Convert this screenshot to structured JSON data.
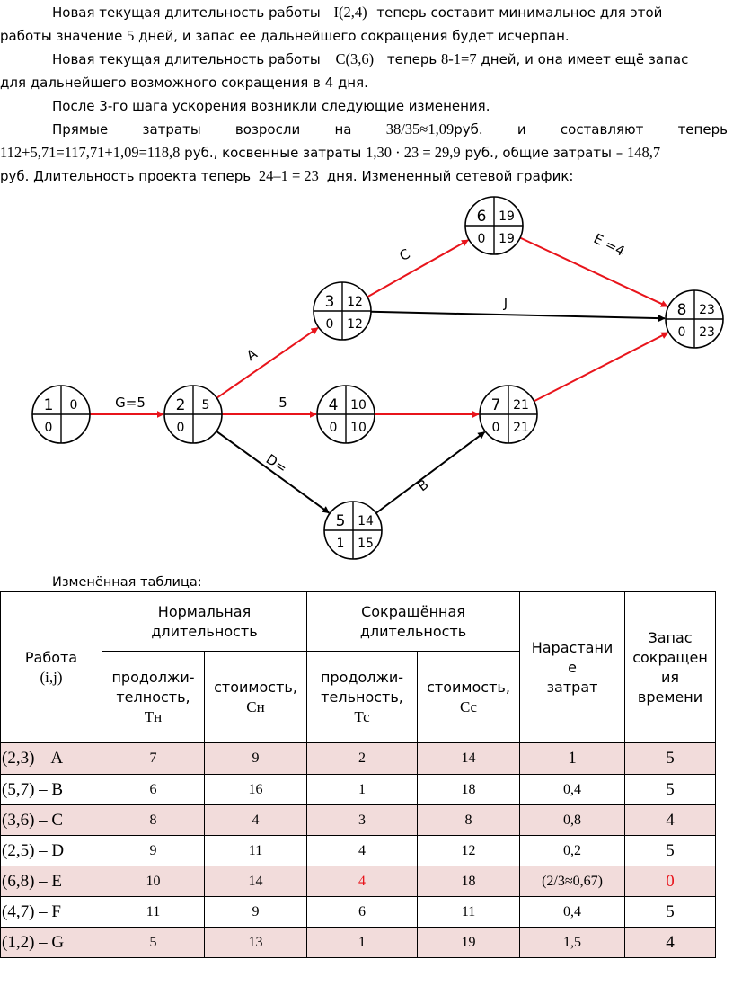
{
  "paragraphs": {
    "p1": {
      "a": "Новая текущая длительность работы",
      "b": "I(2,4)",
      "c": "теперь составит минимальное для этой",
      "d": "работы значение",
      "e": "5",
      "f": "дней, и запас ее дальнейшего сокращения будет исчерпан."
    },
    "p2": {
      "a": "Новая текущая длительность работы",
      "b": "С(3,6)",
      "c": "теперь",
      "d": "8-1=7",
      "e": "дней, и она имеет ещё запас",
      "f": "для дальнейшего возможного сокращения в 4 дня."
    },
    "p3": "После 3-го шага ускорения возникли следующие изменения.",
    "p4": {
      "w1": "Прямые",
      "w2": "затраты",
      "w3": "возросли",
      "w4": "на",
      "w5": "38/35≈1,09",
      "w6": "руб.",
      "w7": "и",
      "w8": "составляют",
      "w9": "теперь",
      "l2a": "112+5,71=117,71+1,09=118,8",
      "l2b": "руб., косвенные затраты",
      "l2c": "1,30 · 23 = 29,9",
      "l2d": "руб., общие затраты –",
      "l2e": "148,7",
      "l3a": "руб.  Длительность проекта теперь",
      "l3b": "24–1 = 23",
      "l3c": "дня. Измененный сетевой график:"
    }
  },
  "graph": {
    "nodes": [
      {
        "id": "1",
        "tl": "1",
        "tr": "0",
        "bl": "0",
        "br": ""
      },
      {
        "id": "2",
        "tl": "2",
        "tr": "5",
        "bl": "0",
        "br": ""
      },
      {
        "id": "3",
        "tl": "3",
        "tr": "12",
        "bl": "0",
        "br": "12"
      },
      {
        "id": "4",
        "tl": "4",
        "tr": "10",
        "bl": "0",
        "br": "10"
      },
      {
        "id": "5",
        "tl": "5",
        "tr": "14",
        "bl": "1",
        "br": "15"
      },
      {
        "id": "6",
        "tl": "6",
        "tr": "19",
        "bl": "0",
        "br": "19"
      },
      {
        "id": "7",
        "tl": "7",
        "tr": "21",
        "bl": "0",
        "br": "21"
      },
      {
        "id": "8",
        "tl": "8",
        "tr": "23",
        "bl": "0",
        "br": "23"
      }
    ],
    "edges": [
      {
        "from": "1",
        "to": "2",
        "label": "G=5",
        "critical": true
      },
      {
        "from": "2",
        "to": "3",
        "label": "A",
        "critical": true
      },
      {
        "from": "2",
        "to": "4",
        "label": "5",
        "critical": true
      },
      {
        "from": "2",
        "to": "5",
        "label": "D=",
        "critical": false
      },
      {
        "from": "3",
        "to": "6",
        "label": "C",
        "critical": true
      },
      {
        "from": "3",
        "to": "8",
        "label": "J",
        "critical": false
      },
      {
        "from": "6",
        "to": "8",
        "label": "E =4",
        "critical": true
      },
      {
        "from": "4",
        "to": "7",
        "label": "",
        "critical": true
      },
      {
        "from": "5",
        "to": "7",
        "label": "B",
        "critical": false
      },
      {
        "from": "7",
        "to": "8",
        "label": "",
        "critical": true
      }
    ],
    "colors": {
      "critical": "#e8141b",
      "normal": "#000000"
    }
  },
  "table": {
    "caption": "Изменённая таблица:",
    "headers": {
      "work_a": "Работа",
      "work_b": "(i,j)",
      "normal": "Нормальная длительность",
      "reduced": "Сокращённая длительность",
      "growth_a": "Нарастани",
      "growth_b": "е",
      "growth_c": "затрат",
      "reserve_a": "Запас",
      "reserve_b": "сокращен",
      "reserve_c": "ия",
      "reserve_d": "времени",
      "n_dur_a": "продолжи-",
      "n_dur_b": "телность,",
      "n_dur_sym": "Тн",
      "n_cost_a": "стоимость,",
      "n_cost_sym": "Сн",
      "r_dur_a": "продолжи-",
      "r_dur_b": "тельность,",
      "r_dur_sym": "Тс",
      "r_cost_a": "стоимость,",
      "r_cost_sym": "Сс"
    },
    "rows": [
      {
        "work": "(2,3) – A",
        "tn": "7",
        "cn": "9",
        "tc": "2",
        "cc": "14",
        "growth": "1",
        "reserve": "5"
      },
      {
        "work": "(5,7) – B",
        "tn": "6",
        "cn": "16",
        "tc": "1",
        "cc": "18",
        "growth": "0,4",
        "reserve": "5"
      },
      {
        "work": "(3,6) – C",
        "tn": "8",
        "cn": "4",
        "tc": "3",
        "cc": "8",
        "growth": "0,8",
        "reserve": "4"
      },
      {
        "work": "(2,5) – D",
        "tn": "9",
        "cn": "11",
        "tc": "4",
        "cc": "12",
        "growth": "0,2",
        "reserve": "5"
      },
      {
        "work": "(6,8) – E",
        "tn": "10",
        "cn": "14",
        "tc": "4",
        "cc": "18",
        "growth": "(2/3≈0,67)",
        "reserve": "0"
      },
      {
        "work": "(4,7) – F",
        "tn": "11",
        "cn": "9",
        "tc": "6",
        "cc": "11",
        "growth": "0,4",
        "reserve": "5"
      },
      {
        "work": "(1,2) – G",
        "tn": "5",
        "cn": "13",
        "tc": "1",
        "cc": "19",
        "growth": "1,5",
        "reserve": "4"
      }
    ]
  }
}
